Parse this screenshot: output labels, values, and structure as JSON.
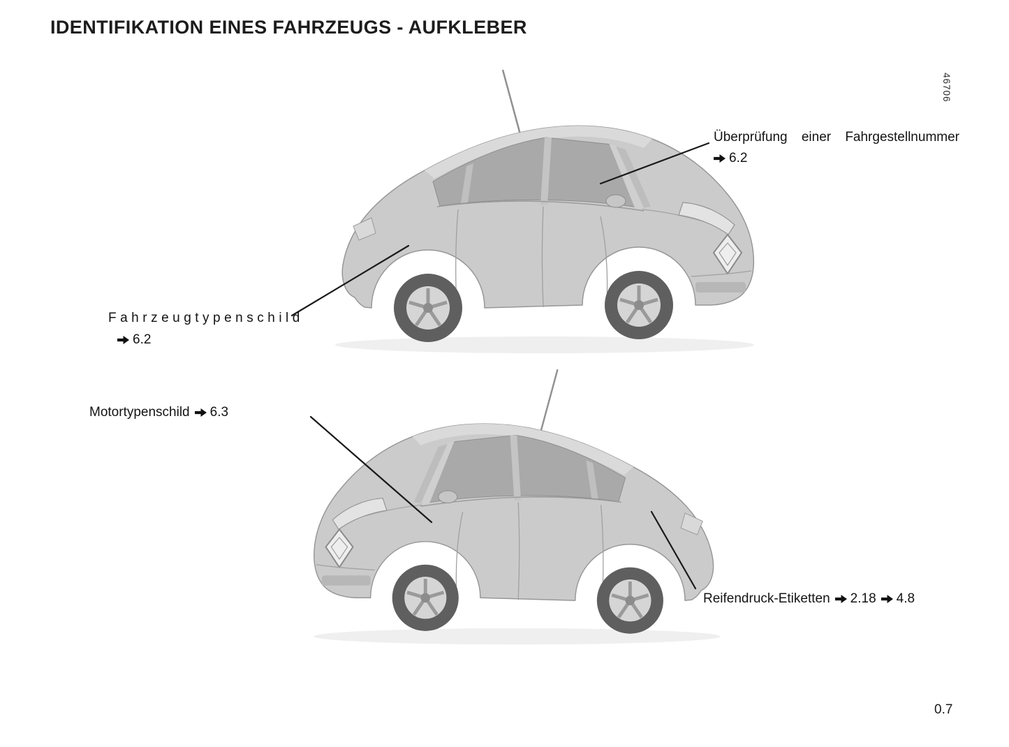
{
  "page": {
    "title": "IDENTIFIKATION EINES FAHRZEUGS - AUFKLEBER",
    "figure_number": "46706",
    "page_number": "0.7"
  },
  "callouts": {
    "vin_check": {
      "label": "Überprüfung einer Fahrgestellnummer",
      "refs": [
        "6.2"
      ]
    },
    "vehicle_type_plate": {
      "label": "Fahrzeugtypenschild",
      "refs": [
        "6.2"
      ]
    },
    "engine_type_plate": {
      "label": "Motortypenschild",
      "refs": [
        "6.3"
      ]
    },
    "tyre_pressure_labels": {
      "label": "Reifendruck-Etiketten",
      "refs": [
        "2.18",
        "4.8"
      ]
    }
  },
  "icons": {
    "arrow": "black-right-arrow"
  }
}
